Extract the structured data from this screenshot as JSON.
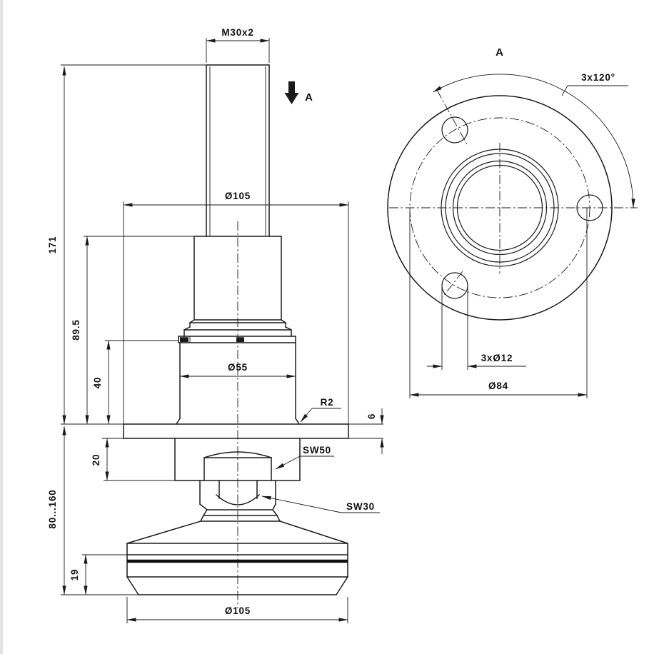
{
  "page": {
    "background": "#ffffff",
    "line_color": "#1a1a1a"
  },
  "front_view": {
    "thread_dim": "M30x2",
    "view_arrow": "A",
    "flange_dia": "Ø105",
    "total_height": "171",
    "spindle_height": "89.5",
    "body_height": "40",
    "body_dia": "Ø55",
    "fillet_radius": "R2",
    "flange_thickness": "6",
    "hex_large": "SW50",
    "hex_small": "SW30",
    "hex_block_height": "20",
    "adjustment_range": "80...160",
    "base_height": "19",
    "base_dia": "Ø105"
  },
  "top_view": {
    "title": "A",
    "hole_angle": "3x120°",
    "hole_dia": "3xØ12",
    "bolt_circle_dia": "Ø84"
  }
}
